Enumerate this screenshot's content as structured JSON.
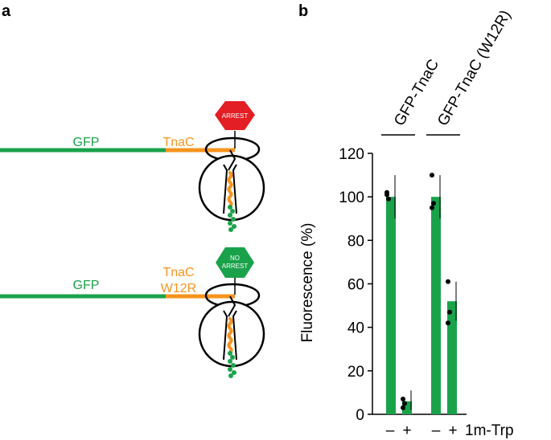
{
  "panel_a": {
    "label": "a",
    "construct1": {
      "gfp_label": "GFP",
      "tnac_label": "TnaC",
      "sign_text": "ARREST"
    },
    "construct2": {
      "gfp_label": "GFP",
      "tnac_label_line1": "TnaC",
      "tnac_label_line2": "W12R",
      "sign_text_line1": "NO",
      "sign_text_line2": "ARREST"
    }
  },
  "panel_b": {
    "label": "b",
    "group_labels": [
      "GFP-TnaC",
      "GFP-TnaC (W12R)"
    ],
    "treatment_signs": [
      "–",
      "+",
      "–",
      "+"
    ],
    "treatment_label": "1m-Trp"
  },
  "colors": {
    "green": "#1aa24b",
    "orange": "#f7941d",
    "red": "#e31e24",
    "black": "#000000"
  },
  "chart_data": {
    "type": "bar",
    "ylabel": "Fluorescence (%)",
    "ylim": [
      0,
      120
    ],
    "yticks": [
      0,
      20,
      40,
      60,
      80,
      100,
      120
    ],
    "categories": [
      "GFP-TnaC –",
      "GFP-TnaC +",
      "GFP-TnaC (W12R) –",
      "GFP-TnaC (W12R) +"
    ],
    "values": [
      100,
      6,
      100,
      52
    ],
    "error_high": [
      110,
      11,
      110,
      61
    ],
    "error_low": [
      90,
      2,
      90,
      43
    ],
    "points": [
      [
        102,
        99,
        101
      ],
      [
        3,
        5,
        7
      ],
      [
        110,
        97,
        95
      ],
      [
        61,
        47,
        42
      ]
    ]
  }
}
